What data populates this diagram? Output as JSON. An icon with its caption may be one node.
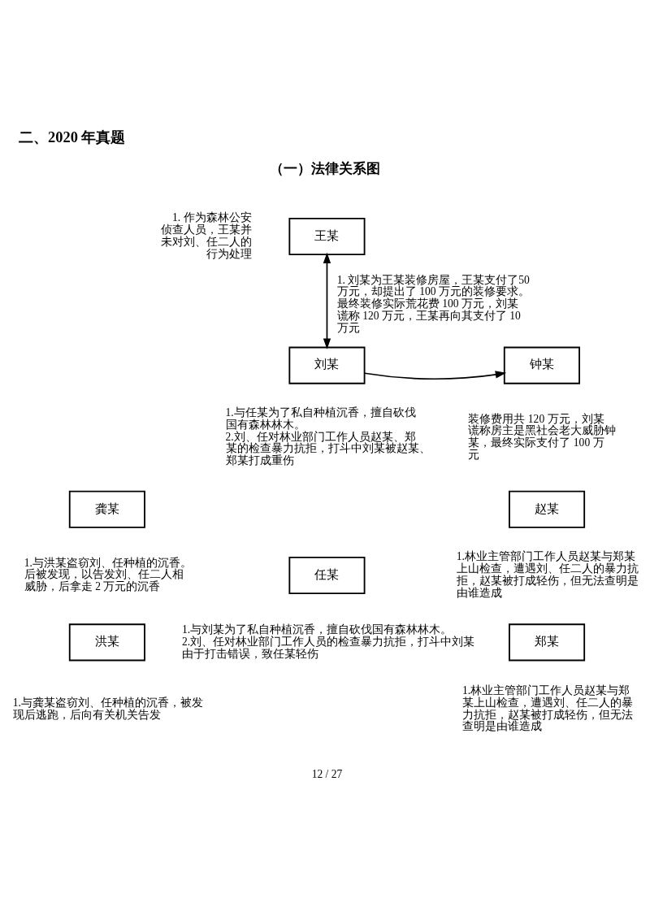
{
  "diagram": {
    "title": "二、2020 年真题",
    "nodes": [
      {
        "text": [
          "王某"
        ],
        "beside": [
          "1. 作为森林公安侦查人员，王某并未对刘、任二人的行为处理"
        ]
      },
      {
        "text": [
          "钟某"
        ],
        "beside": [
          "装修费用共 120 万元，刘某谎称房主是黑社会老大威胁钟某，最终实际支付了 100 万元"
        ]
      },
      {
        "text": [
          "刘某"
        ],
        "beside": [
          "1.与任某为了私自种植沉香，擅自砍伐国有森林林木。",
          "2.刘、任对林业部门工作人员赵某、郑某的检查暴力抗拒，打斗中刘某被赵某、郑某打成重伤"
        ]
      },
      {
        "text": [
          "龚某"
        ],
        "beside": [
          "1.与洪某盗窃刘、任种植的沉香。后被发现，以告发刘、任二人相威胁，后拿走 2 万元的沉香"
        ]
      },
      {
        "text": [
          "赵某"
        ],
        "beside": [
          "1.林业主管部门工作人员赵某与郑某上山检查，遭遇刘、任二人的暴力抗拒，赵某被打成轻伤，但无法查明是由谁造成"
        ]
      },
      {
        "text": [
          "任某"
        ],
        "beside": [
          "1.与刘某为了私自种植沉香，擅自砍伐国有森林林木。",
          "2.刘、任对林业部门工作人员的检查暴力抗拒，打斗中刘某由于打击错误，致任某轻伤"
        ]
      },
      {
        "text": [
          "洪某"
        ],
        "beside": [
          "1.与龚某盗窃刘、任种植的沉香，被发现后逃跑，后向有关机关告发"
        ]
      },
      {
        "text": [
          "郑某"
        ],
        "beside": [
          "1.林业主管部门工作人员赵某与郑某上山检查，遭遇刘、任二人的暴力抗拒，赵某被打成轻伤，但无法查明是由谁造成"
        ]
      }
    ],
    "edges": [
      {
        "from": 0,
        "to": 2,
        "arrow": "both",
        "label": "1. 刘某为王某装修房屋，王某支付了50 万元，却提出了 100 万元的装修要求。最终装修实际荒花费 100 万元，刘某谎称 120 万元，王某再向其支付了 10 万元"
      },
      {
        "from": 2,
        "to": 1,
        "arrow": "to"
      }
    ],
    "labels": [
      "（一）法律关系图",
      "12 / 27"
    ]
  }
}
